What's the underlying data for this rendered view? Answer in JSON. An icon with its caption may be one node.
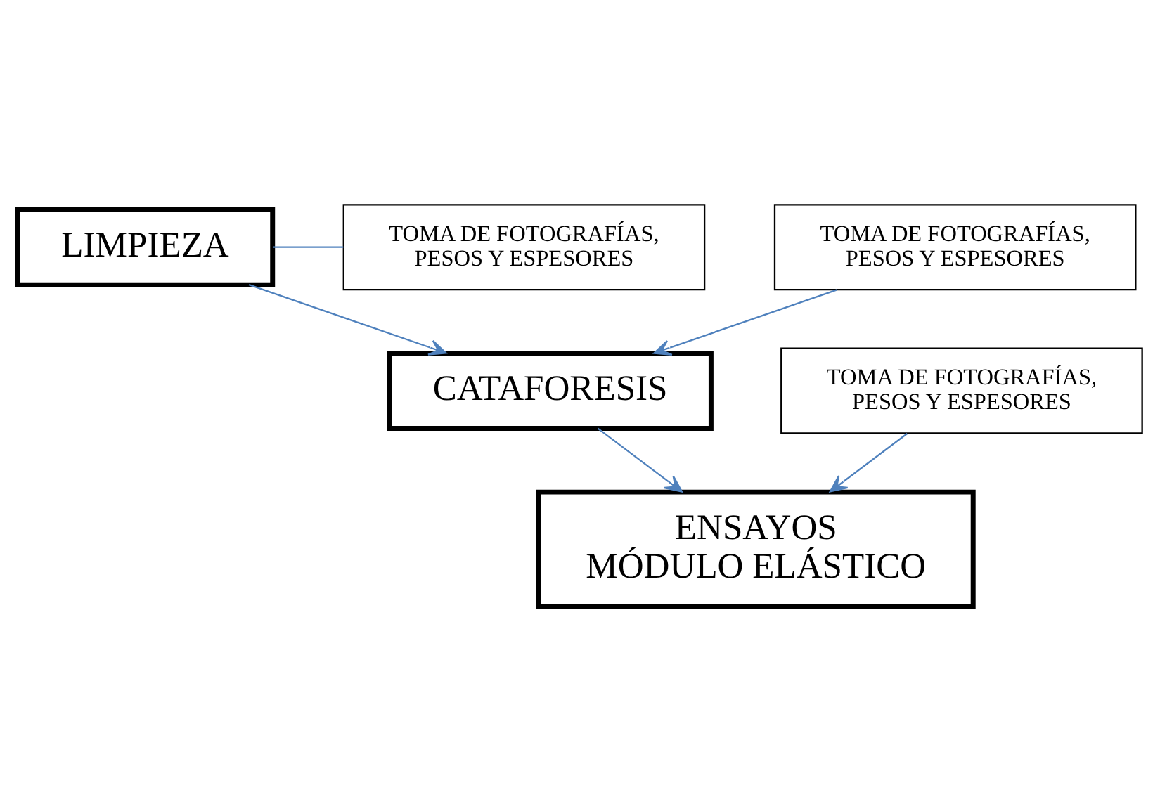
{
  "diagram": {
    "nodes": [
      {
        "text": [
          "LIMPIEZA"
        ]
      },
      {
        "text": [
          "TOMA DE FOTOGRAFÍAS, PESOS Y ESPESORES"
        ]
      },
      {
        "text": [
          "TOMA DE FOTOGRAFÍAS, PESOS Y ESPESORES"
        ]
      },
      {
        "text": [
          "CATAFORESIS"
        ]
      },
      {
        "text": [
          "TOMA DE FOTOGRAFÍAS, PESOS Y ESPESORES"
        ]
      },
      {
        "text": [
          "ENSAYOS MÓDULO ELÁSTICO"
        ]
      }
    ],
    "edges": [
      {
        "from": 0,
        "to": 1,
        "arrow": "none"
      },
      {
        "from": 0,
        "to": 3,
        "arrow": "to"
      },
      {
        "from": 2,
        "to": 3,
        "arrow": "to"
      },
      {
        "from": 3,
        "to": 5,
        "arrow": "to"
      },
      {
        "from": 4,
        "to": 5,
        "arrow": "to"
      }
    ]
  }
}
